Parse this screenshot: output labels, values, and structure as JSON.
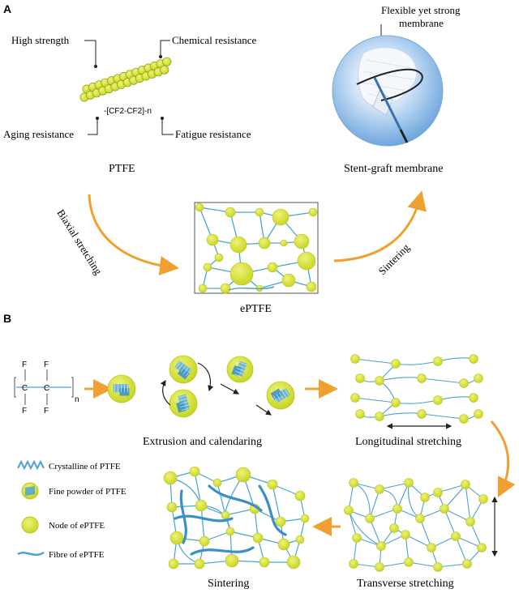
{
  "panel_a": {
    "letter": "A",
    "properties": {
      "high_strength": "High strength",
      "chemical_resistance": "Chemical resistance",
      "aging_resistance": "Aging resistance",
      "fatigue_resistance": "Fatigue resistance"
    },
    "formula": "-[CF2-CF2]-n",
    "ptfe_label": "PTFE",
    "membrane_caption_line1": "Flexible yet strong",
    "membrane_caption_line2": "membrane",
    "stent_label": "Stent-graft membrane",
    "biaxial_label": "Biaxial stretching",
    "sintering_label": "Sintering",
    "eptfe_label": "ePTFE"
  },
  "panel_b": {
    "letter": "B",
    "monomer": {
      "f": "F",
      "c": "C",
      "n": "n"
    },
    "extrusion_label": "Extrusion and calendaring",
    "longitudinal_label": "Longitudinal stretching",
    "transverse_label": "Transverse stretching",
    "sintering_label": "Sintering",
    "legend": {
      "crystalline": "Crystalline of PTFE",
      "fine_powder": "Fine powder of PTFE",
      "node": "Node of ePTFE",
      "fibre": "Fibre of ePTFE"
    }
  },
  "colors": {
    "node": "#d6e22a",
    "node_stroke": "#b9c61c",
    "fibre": "#4aa3d4",
    "arrow": "#f0a83a",
    "sphere": "#9fc8ee"
  }
}
